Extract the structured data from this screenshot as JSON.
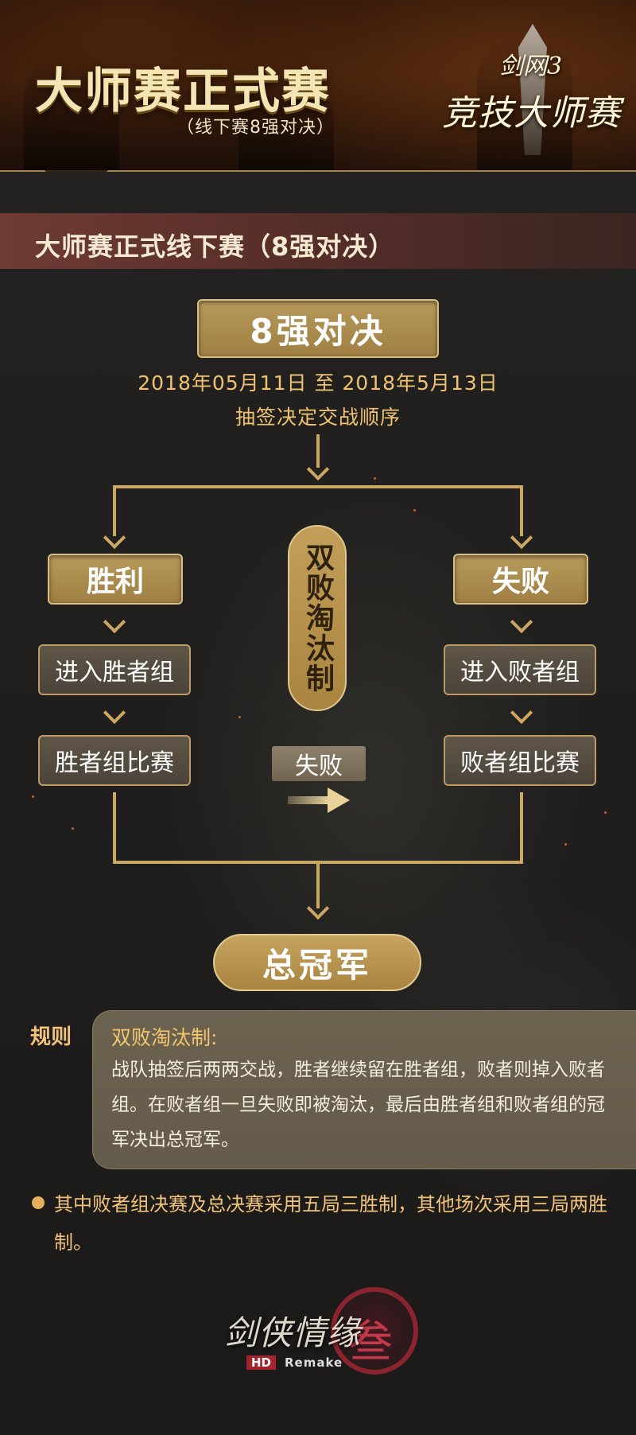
{
  "header": {
    "title": "大师赛正式赛",
    "subtitle": "（线下赛8强对决）",
    "logo_brand": "剑网3",
    "logo_name": "竞技大师赛"
  },
  "section": {
    "title": "大师赛正式线下赛（8强对决）"
  },
  "flow": {
    "main_label": "8强对决",
    "date_range": "2018年05月11日 至 2018年5月13日",
    "draw_text": "抽签决定交战顺序",
    "win_label": "胜利",
    "lose_label": "失败",
    "winner_group_enter": "进入胜者组",
    "loser_group_enter": "进入败者组",
    "winner_group_match": "胜者组比赛",
    "loser_group_match": "败者组比赛",
    "format_label": "双败淘汰制",
    "fail_tag": "失败",
    "champion_label": "总冠军"
  },
  "rules": {
    "label": "规则",
    "title": "双败淘汰制:",
    "text": "战队抽签后两两交战，胜者继续留在胜者组，败者则掉入败者组。在败者组一旦失败即被淘汰，最后由胜者组和败者组的冠军决出总冠军。",
    "note": "其中败者组决赛及总决赛采用五局三胜制，其他场次采用三局两胜制。"
  },
  "footer_logo": {
    "name": "剑侠情缘",
    "seal": "叁",
    "hd": "HD",
    "remake": "Remake"
  },
  "colors": {
    "gold": "#caa864",
    "date_text": "#efc371",
    "section_band": "#6e3b34",
    "rule_box": "#6b6250"
  }
}
